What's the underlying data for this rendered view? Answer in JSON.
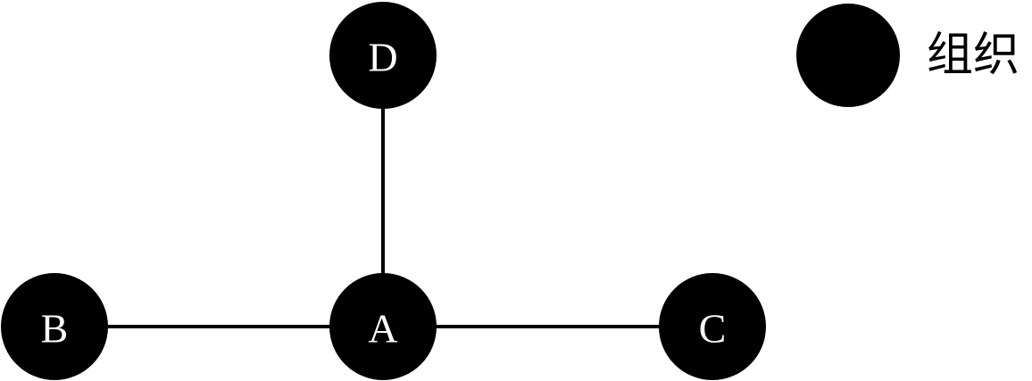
{
  "colors": {
    "node_fill": "#000000",
    "node_text": "#ffffff",
    "edge": "#000000",
    "background": "#ffffff"
  },
  "nodes": [
    {
      "id": "A",
      "label": "A"
    },
    {
      "id": "B",
      "label": "B"
    },
    {
      "id": "C",
      "label": "C"
    },
    {
      "id": "D",
      "label": "D"
    }
  ],
  "edges": [
    {
      "from": "A",
      "to": "B"
    },
    {
      "from": "A",
      "to": "C"
    },
    {
      "from": "A",
      "to": "D"
    }
  ],
  "legend": {
    "items": [
      {
        "symbol": "black-circle",
        "label": "组织"
      }
    ]
  }
}
